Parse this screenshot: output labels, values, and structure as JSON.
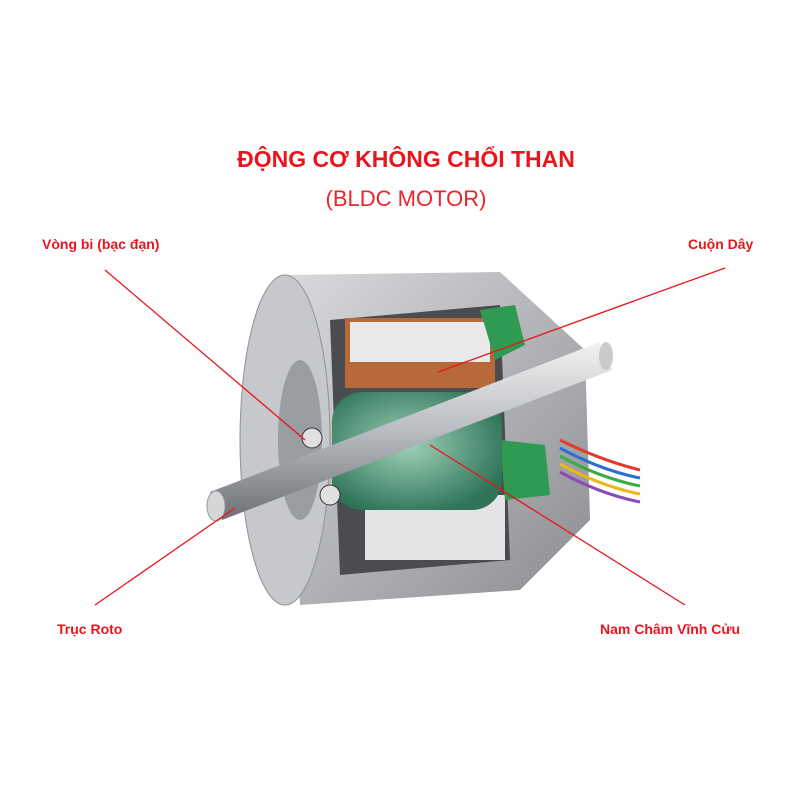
{
  "title": "ĐỘNG CƠ KHÔNG CHỔI THAN",
  "subtitle": "(BLDC MOTOR)",
  "labels": {
    "bearing": "Vòng bi (bạc đạn)",
    "coil": "Cuộn Dây",
    "shaft": "Trục Roto",
    "magnet": "Nam Châm Vĩnh Cửu"
  },
  "colors": {
    "accent": "#e8161c"
  }
}
